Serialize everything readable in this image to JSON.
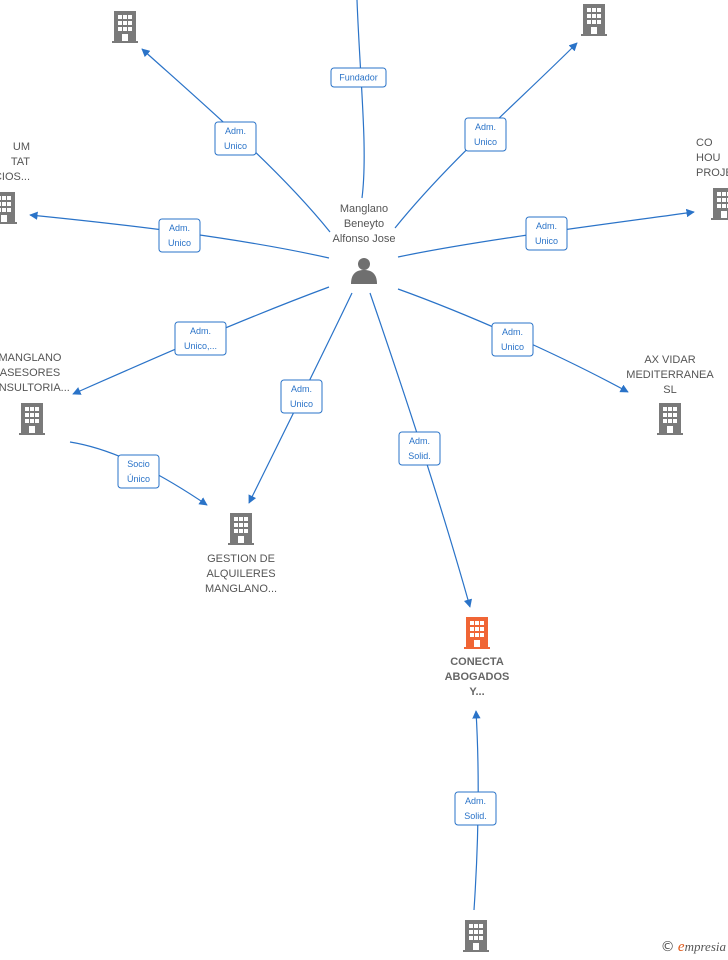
{
  "colors": {
    "edge": "#2a73c8",
    "building": "#7a7a7a",
    "highlight": "#f06535",
    "person": "#6f6f6f"
  },
  "center": {
    "name_lines": [
      "Manglano",
      "Beneyto",
      "Alfonso Jose"
    ],
    "icon": "person-icon"
  },
  "companies": [
    {
      "key": "top-left",
      "label_lines": [],
      "highlight": false,
      "icon": "building-icon"
    },
    {
      "key": "top-right",
      "label_lines": [],
      "highlight": false,
      "icon": "building-icon"
    },
    {
      "key": "left-upper",
      "label_lines": [
        "UM",
        "TAT",
        "CIOS..."
      ],
      "highlight": false,
      "icon": "building-icon"
    },
    {
      "key": "right-upper",
      "label_lines": [
        "CO",
        "HOU",
        "PROJE"
      ],
      "highlight": false,
      "icon": "building-icon"
    },
    {
      "key": "left-middle",
      "label_lines": [
        "MANGLANO",
        "ASESORES",
        "ONSULTORIA..."
      ],
      "highlight": false,
      "icon": "building-icon"
    },
    {
      "key": "right-middle",
      "label_lines": [
        "AX VIDAR",
        "MEDITERRANEA",
        "SL"
      ],
      "highlight": false,
      "icon": "building-icon"
    },
    {
      "key": "gestion",
      "label_lines": [
        "GESTION DE",
        "ALQUILERES",
        "MANGLANO..."
      ],
      "highlight": false,
      "icon": "building-icon"
    },
    {
      "key": "conecta",
      "label_lines": [
        "CONECTA",
        "ABOGADOS",
        "Y..."
      ],
      "highlight": true,
      "icon": "building-icon"
    },
    {
      "key": "bottom",
      "label_lines": [],
      "highlight": false,
      "icon": "building-icon"
    }
  ],
  "relations": [
    {
      "key": "fundador",
      "label_lines": [
        "Fundador"
      ]
    },
    {
      "key": "adm-top-left",
      "label_lines": [
        "Adm.",
        "Unico"
      ]
    },
    {
      "key": "adm-top-right",
      "label_lines": [
        "Adm.",
        "Unico"
      ]
    },
    {
      "key": "adm-left-upper",
      "label_lines": [
        "Adm.",
        "Unico"
      ]
    },
    {
      "key": "adm-right-upper",
      "label_lines": [
        "Adm.",
        "Unico"
      ]
    },
    {
      "key": "adm-left-middle",
      "label_lines": [
        "Adm.",
        "Unico,..."
      ]
    },
    {
      "key": "adm-right-middle",
      "label_lines": [
        "Adm.",
        "Unico"
      ]
    },
    {
      "key": "adm-gestion",
      "label_lines": [
        "Adm.",
        "Unico"
      ]
    },
    {
      "key": "adm-conecta",
      "label_lines": [
        "Adm.",
        "Solid."
      ]
    },
    {
      "key": "socio-unico",
      "label_lines": [
        "Socio",
        "Único"
      ]
    },
    {
      "key": "adm-bottom",
      "label_lines": [
        "Adm.",
        "Solid."
      ]
    }
  ],
  "footer": {
    "symbol": "©",
    "brand_initial": "e",
    "brand_rest": "mpresia"
  }
}
